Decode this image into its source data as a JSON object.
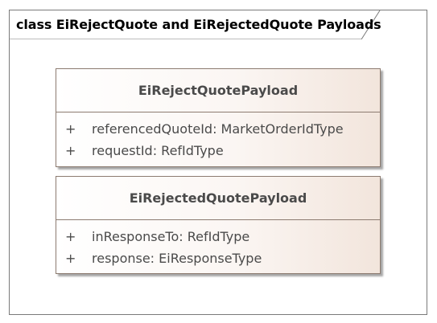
{
  "frame": {
    "title": "class EiRejectQuote and EiRejectedQuote Payloads"
  },
  "classes": [
    {
      "name": "EiRejectQuotePayload",
      "attributes": [
        {
          "visibility": "+",
          "text": "referencedQuoteId: MarketOrderIdType"
        },
        {
          "visibility": "+",
          "text": "requestId: RefIdType"
        }
      ]
    },
    {
      "name": "EiRejectedQuotePayload",
      "attributes": [
        {
          "visibility": "+",
          "text": "inResponseTo: RefIdType"
        },
        {
          "visibility": "+",
          "text": "response: EiResponseType"
        }
      ]
    }
  ],
  "colors": {
    "frame_border": "#7a7a7a",
    "class_border": "#8c7b70",
    "class_fill_end": "#f2e5dc",
    "text": "#4a4a4a"
  }
}
